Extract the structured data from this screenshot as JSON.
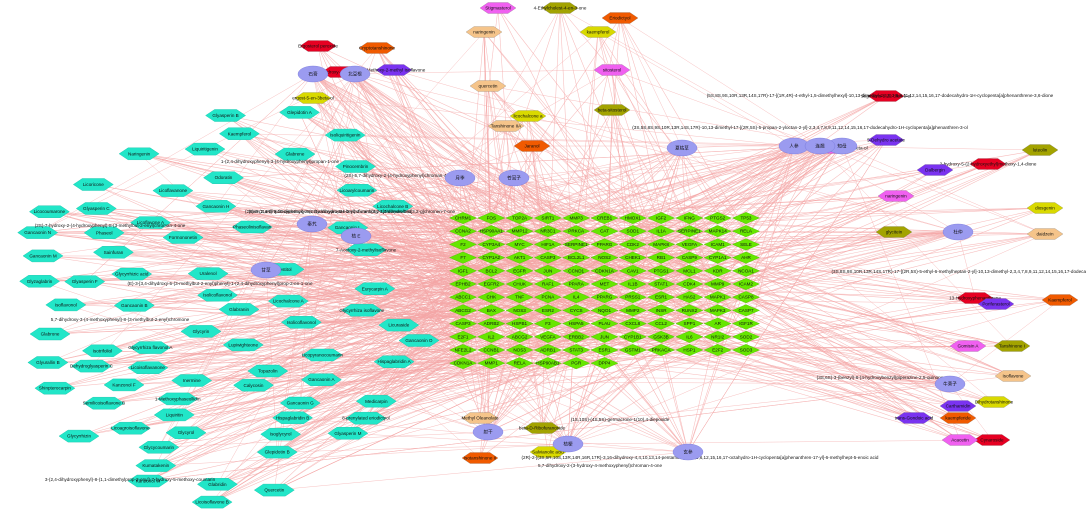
{
  "network": {
    "colors": {
      "background": "#ffffff",
      "edge": "#f4a6a6",
      "target_node": "#66e600",
      "cyan_herb_node": "#22e6c8",
      "herb_hub": "#9b9bf0",
      "magenta": "#f060f0",
      "olive": "#a3a300",
      "peach": "#f5c48a",
      "yellow": "#d9d900",
      "orange": "#f05a00",
      "red": "#e60022",
      "purple": "#7a33f0"
    },
    "hubs": [
      "甘草",
      "石膏",
      "北豆根",
      "知母",
      "杜仲",
      "月季",
      "苍耳子",
      "射干",
      "桔梗",
      "玄参",
      "牛蒡子",
      "秦艽",
      "桔 E",
      "人参",
      "连翘",
      "夏枯草"
    ],
    "targets": [
      "CHRM1",
      "FOS",
      "TOP2A",
      "SIRT1",
      "MMP3",
      "CREB1",
      "HMOX1",
      "IGF2",
      "IFNG",
      "PTGS2",
      "TP53",
      "CCNA2",
      "HSP90AA1",
      "MMP12",
      "NR3C1",
      "PRKCA",
      "CAT",
      "SOD1",
      "IL1A",
      "SERPINE1",
      "MAPK14",
      "RELA",
      "F2",
      "CYP3A4",
      "MYC",
      "HIF1A",
      "SERPINE1",
      "PPARG",
      "CDK2",
      "MAPK8",
      "VEGFA",
      "ICAM1",
      "SELE",
      "F7",
      "CYP1A2",
      "AKT1",
      "CASP3",
      "BCL2L1",
      "NOS2",
      "CHEK1",
      "RB1",
      "CASP9",
      "CYP1A1",
      "AHR",
      "IGF1",
      "BCL2",
      "EGFR",
      "JUN",
      "CCND1",
      "CDKN1A",
      "CAV1",
      "PTGS1",
      "MCL1",
      "KDR",
      "NCOA1",
      "EPHB2",
      "EGFR2",
      "CHUK",
      "RAF1",
      "PPARA",
      "MET",
      "IL1B",
      "STAT1",
      "CDK4",
      "MMP9",
      "ICAM2",
      "ABCC1",
      "CHK",
      "TNF",
      "PCNA",
      "IL4",
      "PPARG",
      "PRSS1",
      "ESR1",
      "HAS2",
      "MAPK1",
      "CASP8",
      "ABCG2",
      "BAX",
      "NOS3",
      "ESR2",
      "CYCS",
      "NQO1",
      "MMP2",
      "INSR",
      "RUNX2",
      "MAPK3",
      "CASP7",
      "CASP3",
      "ADRB2",
      "HSPB1",
      "F3",
      "HSPA5",
      "PLAU",
      "CXCL8",
      "CCL2",
      "SPP1",
      "AR",
      "IGF1R",
      "E2F1",
      "IL2",
      "ABCG2",
      "VEGFA",
      "ERBB2",
      "JUN",
      "CYP1B1",
      "GSK3B",
      "IL6",
      "NR1I2",
      "SOD2",
      "NFE2L2",
      "CCNB1",
      "NOS3",
      "ADRB1",
      "STAT3",
      "ESR1",
      "GSTM1",
      "PRKACA",
      "HSP1",
      "E2F2",
      "SOD3",
      "CDKN1A",
      "MMP1",
      "RELA",
      "HSP90AB1",
      "PGR",
      "DPP4"
    ],
    "compounds_cyan": [
      "7-Acetoxy-2-methylisoflavone",
      "Sainfuran",
      "Glyasperin C",
      "Licoisoflavone B",
      "Kanzonol F",
      "Glycyrol",
      "Phaseolinisoflavan",
      "Licoagroisoflavone",
      "Glycyrrhiza flavonol A",
      "Isolicoflavonol",
      "Isoflavonol",
      "Formononetin",
      "Licochalcone B",
      "Isoliquiritigenin",
      "Kumatakenin",
      "Medicarpin",
      "Vestitol",
      "Odoratin",
      "Semilicoisoflavone B",
      "8-prenylated eriodictyol",
      "Shinpterocarpin",
      "Licoricone",
      "Licochalcone A",
      "Glabridin",
      "Glabrene",
      "Phaseol",
      "Gancaonin H",
      "Licocoumarone",
      "Eurycarpin A",
      "Glepidotin A",
      "Glepidotin B",
      "Licoarylcoumarin",
      "Gancaonin A",
      "Gancaonin B",
      "Inermine",
      "Calycosin",
      "Naringenin",
      "Quercetin",
      "Kaempferol",
      "Liquiritin",
      "Glycyrrhizin",
      "Licuraside",
      "Isoglycyrol",
      "Glyzaglabrin",
      "Pinocembrin",
      "Licoflavanone",
      "Hispaglabridin A",
      "Hispaglabridin B",
      "Glabranin",
      "Glabrone",
      "Glyasperin F",
      "Glyasperin B",
      "Glyasperin M",
      "Glycyrin",
      "Licoisoflavanone",
      "Lupiwighteone",
      "Licoflavone A",
      "Gancaonin G",
      "Gancaonin L",
      "Gancaonin M",
      "Gancaonin N",
      "Gancaonin O",
      "Uralenol",
      "Topazolin",
      "Isolicoflavonol",
      "1-Methoxyphaseollidin",
      "Dehydroglyasperin C",
      "Glyurallin B",
      "Licopyranocoumarin",
      "Kanzonol W",
      "Glycycoumarin",
      "Isotrifoliol",
      "Glycyrrhiza isoflavone",
      "Glycyrrhizic acid",
      "Liquiritigenin"
    ],
    "compounds_other": [
      "Stigmasterol",
      "4-Ethylcholest-4-en-3-one",
      "naringenin",
      "kaempferol",
      "Eriodictyol",
      "3-hydroxy-4-methoxy",
      "7-Methoxy-2-methyl isoflavone",
      "sitosterol",
      "beta-sitosterol",
      "quercetin",
      "ergost-5-en-3beta-ol",
      "Cryptotanshinone",
      "Stigmasta-5,22-dien-3-ol",
      "5-Dehydro acetate",
      "Stigmasta-5,22-dien-3beta-ol",
      "luteolin",
      "Tanshinone IIA",
      "licochalcone a",
      "Jaranol",
      "2-hydroxy-5-(2-hydroxyethyl)methoxy-1,4-dione",
      "Dalbergin",
      "naringenin",
      "glycitein",
      "daidzein",
      "diosgenin",
      "Kaempferol",
      "13-Hydroxyphenanthrene",
      "Poriferasterol",
      "Gomisin A",
      "Tanshinone I",
      "Isoflavone",
      "Dihydrotanshinone",
      "kaempferide",
      "Cynaroside",
      "trans-Gondoic acid",
      "Acacetin",
      "beta-D-Ribofuranoside",
      "Methyl Oleanolate",
      "Salvianolic acid",
      "Isotanshinone II",
      "Ergosterol peroxide",
      "Carthamidin"
    ],
    "long_labels": [
      "(5S,8S,9S,10R,13R,14S,17R)-17-[(1R,4R)-4-ethyl-1,5-dimethylhexyl]-10,13-dimethyl-2,4,5,7,8,9,11,12,14,15,16,17-dodecahydro-1H-cyclopenta[a]phenanthrene-3,6-dione",
      "(3S,5S,8S,9S,10R,13R,14S,17R)-10,13-dimethyl-17-[(2R,5S)-5-propan-2-yloctan-2-yl]-2,3,4,7,8,9,11,12,14,15,16,17-dodecahydro-1H-cyclopenta[a]phenanthren-3-ol",
      "(2S)-5,7-dihydroxy-2-(4-hydroxyphenyl)chroman-4-one",
      "(2S)-6-(2,4-dihydroxyphenyl)-2-(2-hydroxypropan-2-yl)-4-methoxy-2,3-dihydrofuro[3,2-g]chromen-7-one",
      "(E)-3-[3,4-dihydroxy-5-(3-methylbut-2-enyl)phenyl]-1-(2,4-dihydroxyphenyl)prop-2-en-1-one",
      "5,7-dihydroxy-3-(4-methoxyphenyl)-8-(3-methylbut-2-enyl)chromone",
      "(2S)-7-hydroxy-2-(4-hydroxyphenyl)-8-(3-methylbut-2-enyl)chroman-4-one",
      "3-(2,4-dihydroxyphenyl)-8-(1,1-dimethylprop-2-enyl)-7-hydroxy-5-methoxy-coumarin",
      "(3S,6S)-3-(benzyl)-6-(4-hydroxybenzyl)piperazine-2,5-quinone",
      "(1S,10S)-(4S,5S)-germacrone-1(10),4-diepoxide",
      "(6aR,11aR)-9,10-dimethoxy-6a,11a-dihydro-6H-benzofurano[3,2-c]chromen-3-ol",
      "(3S,8S,9S,10R,13R,14S,17R)-17-[(2R,5S)-5-ethyl-6-methylheptan-2-yl]-10,13-dimethyl-2,3,4,7,8,9,11,12,14,15,16,17-dodecahydro-1H-cyclopenta[a]phenanthren-3-ol",
      "(2R)-2-[(3S,5R,10S,13R,14R,16R,17R)-3,16-dihydroxy-4,4,10,13,14-pentamethyl-2,3,5,6,12,15,16,17-octahydro-1H-cyclopenta[a]phenanthren-17-yl]-6-methylhept-5-enoic acid",
      "5,7-dihydroxy-2-(3-hydroxy-4-methoxyphenyl)chroman-4-one",
      "1-(2,4-dihydroxyphenyl)-3-(4-hydroxyphenyl)propan-1-one"
    ]
  }
}
